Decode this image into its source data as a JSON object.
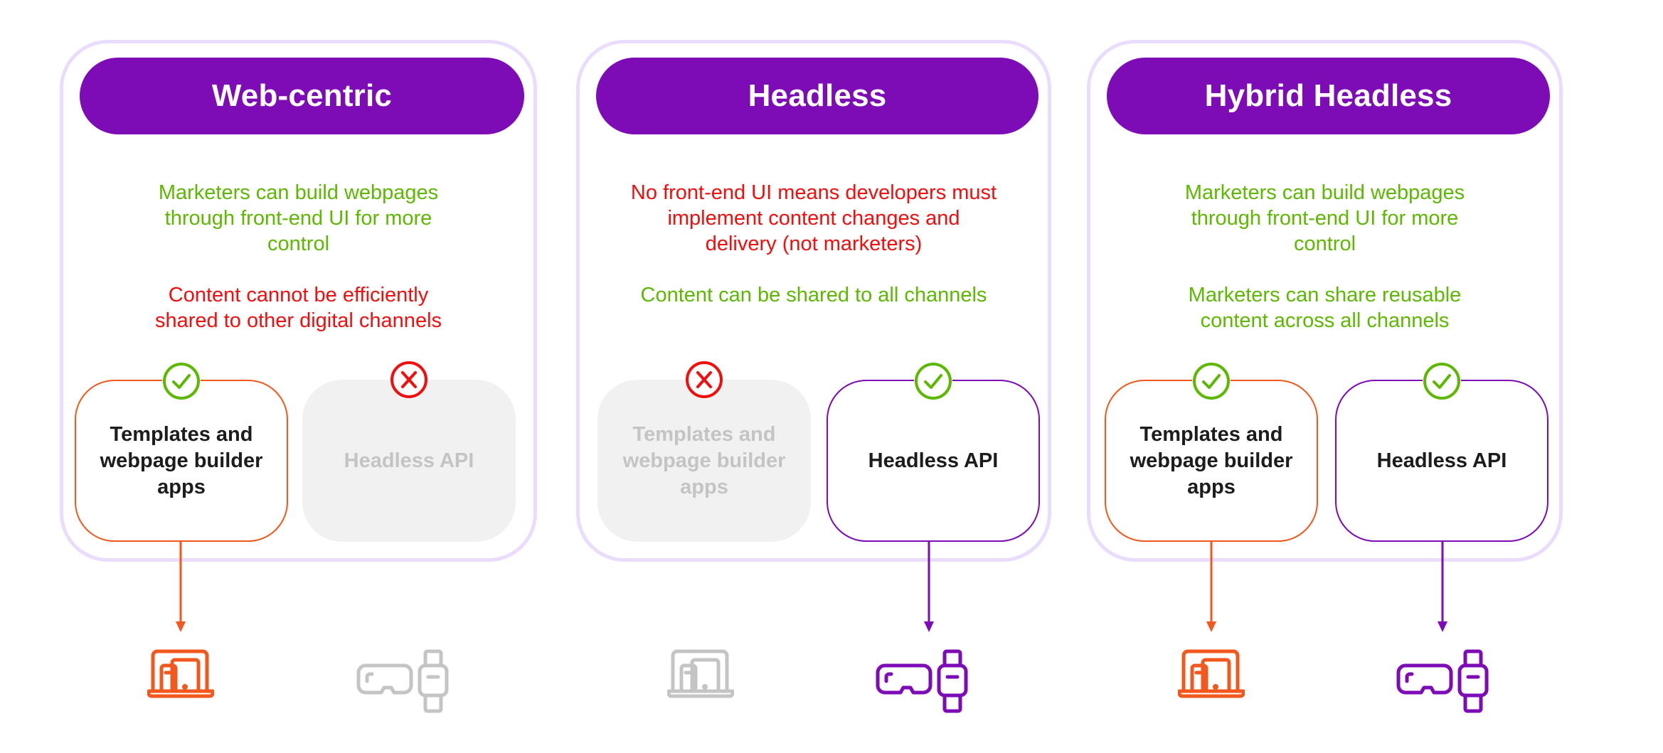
{
  "colors": {
    "header_purple": "#7d0cb6",
    "card_border": "#eadcfd",
    "positive_green": "#5cb800",
    "negative_red": "#f30d0d",
    "orange": "#f2581d",
    "disabled_gray": "#c4c4c4"
  },
  "columns": [
    {
      "title": "Web-centric",
      "points": [
        {
          "text": "Marketers can build webpages through front-end UI for more control",
          "tone": "positive"
        },
        {
          "text": "Content cannot be efficiently shared to other digital channels",
          "tone": "negative"
        }
      ],
      "boxes": [
        {
          "label": "Templates and webpage builder apps",
          "status": "check-icon",
          "enabled": true,
          "accent": "orange"
        },
        {
          "label": "Headless API",
          "status": "x-icon",
          "enabled": false,
          "accent": "gray"
        }
      ],
      "outputs": [
        {
          "icon": "laptop-tablet-phone-icon",
          "enabled": true
        },
        {
          "icon": "vr-headset-smartwatch-icon",
          "enabled": false
        }
      ]
    },
    {
      "title": "Headless",
      "points": [
        {
          "text": "No front-end UI means developers must implement content changes and delivery (not marketers)",
          "tone": "negative"
        },
        {
          "text": "Content can be shared to all channels",
          "tone": "positive"
        }
      ],
      "boxes": [
        {
          "label": "Templates and webpage builder apps",
          "status": "x-icon",
          "enabled": false,
          "accent": "gray"
        },
        {
          "label": "Headless API",
          "status": "check-icon",
          "enabled": true,
          "accent": "purple"
        }
      ],
      "outputs": [
        {
          "icon": "laptop-tablet-phone-icon",
          "enabled": false
        },
        {
          "icon": "vr-headset-smartwatch-icon",
          "enabled": true
        }
      ]
    },
    {
      "title": "Hybrid Headless",
      "points": [
        {
          "text": "Marketers can build webpages through front-end UI for more control",
          "tone": "positive"
        },
        {
          "text": "Marketers can share reusable content across all channels",
          "tone": "positive"
        }
      ],
      "boxes": [
        {
          "label": "Templates and webpage builder apps",
          "status": "check-icon",
          "enabled": true,
          "accent": "orange"
        },
        {
          "label": "Headless API",
          "status": "check-icon",
          "enabled": true,
          "accent": "purple"
        }
      ],
      "outputs": [
        {
          "icon": "laptop-tablet-phone-icon",
          "enabled": true
        },
        {
          "icon": "vr-headset-smartwatch-icon",
          "enabled": true
        }
      ]
    }
  ]
}
